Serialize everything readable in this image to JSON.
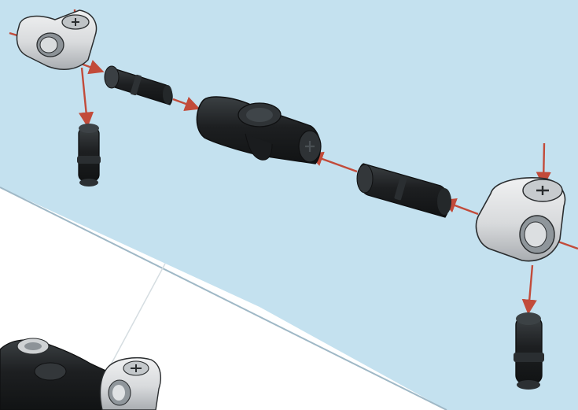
{
  "illustration": {
    "colors": {
      "board": "#c4e1ef",
      "board_edge": "#9fb8c6",
      "white_area": "#ffffff",
      "arrow": "#c24b3a",
      "black_part": "#1d1f21",
      "black_part_highlight": "#3b4043",
      "grey_part": "#d8dadc",
      "grey_part_shade": "#a9adb1",
      "outline": "#2a2d2f"
    },
    "icons": {
      "top_left_cross_block": "grey-cross-block-connector",
      "top_left_pin": "black-friction-pin",
      "top_left_axle_pin": "black-axle-pin",
      "center_connector": "black-axle-joiner-with-pin-hole",
      "right_axle_pin": "black-axle-pin",
      "right_cross_block": "grey-cross-block-connector",
      "right_pin": "black-friction-pin",
      "bottom_left_assembly": "assembled-axle-connector-inset"
    }
  }
}
